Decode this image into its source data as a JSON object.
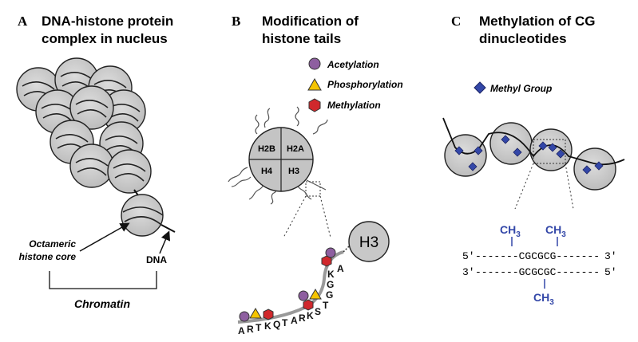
{
  "panel_a": {
    "letter": "A",
    "title_line1": "DNA-histone protein",
    "title_line2": "complex in nucleus",
    "label_core_line1": "Octameric",
    "label_core_line2": "histone core",
    "label_dna": "DNA",
    "label_chromatin": "Chromatin"
  },
  "panel_b": {
    "letter": "B",
    "title_line1": "Modification of",
    "title_line2": "histone tails",
    "legend": [
      {
        "label": "Acetylation",
        "shape": "circle",
        "color": "#8e5fa0"
      },
      {
        "label": "Phosphorylation",
        "shape": "triangle",
        "color": "#f5c400"
      },
      {
        "label": "Methylation",
        "shape": "hexagon",
        "color": "#d0282c"
      }
    ],
    "histones": [
      "H2B",
      "H2A",
      "H4",
      "H3"
    ],
    "tail_label": "H3",
    "tail_sequence": "ARTKQTARKSTGGKA"
  },
  "panel_c": {
    "letter": "C",
    "title_line1": "Methylation of CG",
    "title_line2": "dinucleotides",
    "legend_label": "Methyl Group",
    "methyl_color": "#3347a8",
    "ch3": "CH",
    "ch3_sub": "3",
    "strand_top_left": "5'",
    "strand_top_seq": "-------CGCGCG-------",
    "strand_top_right": "3'",
    "strand_bottom_left": "3'",
    "strand_bottom_seq": "-------GCGCGC-------",
    "strand_bottom_right": "5'"
  }
}
